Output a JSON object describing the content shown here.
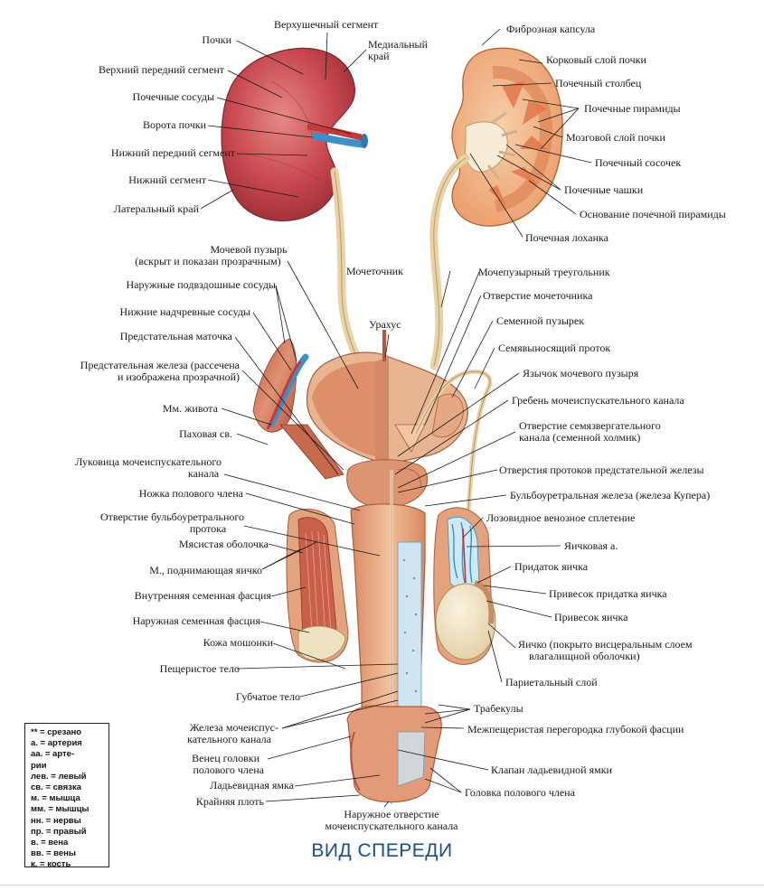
{
  "left_labels": [
    "Почки",
    "Верхний передний сегмент",
    "Почечные сосуды",
    "Ворота почки",
    "Нижний передний сегмент",
    "Нижний сегмент",
    "Латеральный край",
    "Мочевой пузырь",
    "(вскрыт и показан прозрачным)",
    "Наружные подвздошные сосуды",
    "Нижние надчревные сосуды",
    "Предстательная маточка",
    "Предстательная железа (рассечена",
    "и изображена прозрачной)",
    "Мм. живота",
    "Паховая св.",
    "Луковица мочеиспускательного",
    "канала",
    "Ножка полового члена",
    "Отверстие бульбоуретрального",
    "протока",
    "Мясистая оболочка",
    "М., поднимающая яичко",
    "Внутренняя семенная фасция",
    "Наружная семенная фасция",
    "Кожа мошонки",
    "Пещеристое тело",
    "Губчатое тело",
    "Железа мочеиспус-",
    "кательного канала",
    "Венец головки",
    "полового члена",
    "Ладьевидная ямка",
    "Крайняя плоть"
  ],
  "top_labels": [
    "Верхушечный сегмент",
    "Медиальный",
    "край",
    "Урахус",
    "Мочеточник"
  ],
  "right_labels": [
    "Фиброзная капсула",
    "Корковый слой почки",
    "Почечный столбец",
    "Почечные пирамиды",
    "Мозговой слой почки",
    "Почечный сосочек",
    "Почечные чашки",
    "Основание почечной пирамиды",
    "Почечная лоханка",
    "Мочепузырный треугольник",
    "Отверстие мочеточника",
    "Семенной пузырек",
    "Семявыносящий проток",
    "Язычок мочевого пузыря",
    "Гребень мочеиспускательного канала",
    "Отверстие семязвергательного",
    "канала (семенной холмик)",
    "Отверстия протоков предстательной железы",
    "Бульбоуретральная железа (железа Купера)",
    "Лозовидное венозное сплетение",
    "Яичковая а.",
    "Придаток яичка",
    "Привесок придатка яичка",
    "Привесок яичка",
    "Яичко (покрыто висцеральным слоем",
    "влагалищной оболочки)",
    "Париетальный слой",
    "Трабекулы",
    "Межпещеристая перегородка глубокой фасции",
    "Клапан ладьевидной ямки",
    "Головка полового члена"
  ],
  "bottom_labels": [
    "Наружное отверстие",
    "мочеиспускательного канала"
  ],
  "legend": [
    "** = срезано",
    "а. = артерия",
    "аа. = арте-",
    "рии",
    "лев. = левый",
    "св. = связка",
    "м. = мышца",
    "мм. = мышцы",
    "нн. = нервы",
    "пр. = правый",
    "в. = вена",
    "вв. = вены",
    "к. = кость"
  ],
  "footer_title": "ВИД СПЕРЕДИ",
  "colors": {
    "kidney": "#c8474f",
    "kidney_light": "#e07a78",
    "cortex": "#f0b08a",
    "medulla": "#e68a5a",
    "ureter": "#f2ddb8",
    "muscle": "#d98a6c",
    "tissue": "#eab08e",
    "vein": "#3d8fc4",
    "testis": "#f3e6c8",
    "title": "#1d4f86"
  }
}
